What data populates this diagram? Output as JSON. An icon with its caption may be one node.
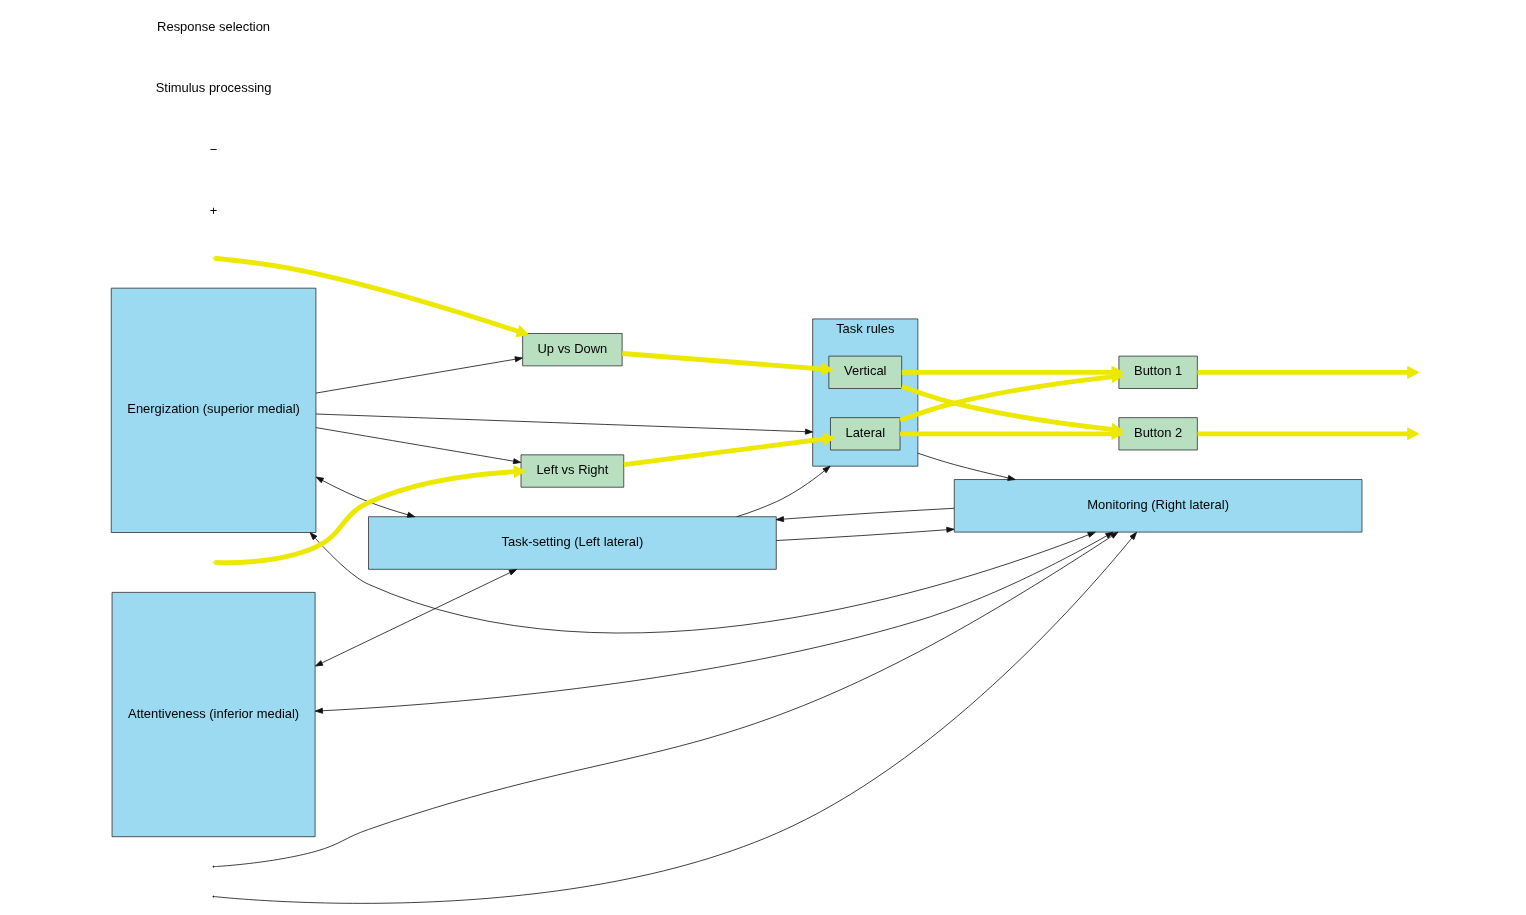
{
  "diagram": {
    "nodes": [
      {
        "text": [
          "Task-setting (Left lateral)"
        ]
      },
      {
        "text": [
          "Energization (superior medial)"
        ]
      },
      {
        "text": [
          "Task rules"
        ]
      },
      {
        "text": [
          "Up vs Down"
        ]
      },
      {
        "text": [
          "Vertical"
        ],
        "in": 2
      },
      {
        "text": [
          "Button 1"
        ]
      },
      {
        "text": [
          "Left vs Right"
        ]
      },
      {
        "text": [
          "Lateral"
        ],
        "in": 2
      },
      {
        "text": [
          "Button 2"
        ]
      },
      {
        "text": [
          "Attentiveness (inferior medial)"
        ]
      },
      {
        "text": [
          "Monitoring (Right lateral)"
        ]
      }
    ],
    "edges": [
      {
        "from": 0,
        "to": 2,
        "arrow": "to"
      },
      {
        "from": 1,
        "to": 0,
        "arrow": "both"
      },
      {
        "from": 9,
        "to": 0,
        "arrow": "both"
      },
      {
        "from": 0,
        "to": 10,
        "arrow": "to"
      },
      {
        "from": 10,
        "to": 0,
        "arrow": "to"
      },
      {
        "from": 1,
        "to": 3,
        "arrow": "to"
      },
      {
        "from": 1,
        "to": 2,
        "arrow": "to"
      },
      {
        "from": 1,
        "to": 6,
        "arrow": "to"
      },
      {
        "from": null,
        "to": 3,
        "arrow": "to",
        "style": "thick",
        "color": "#ede800"
      },
      {
        "from": null,
        "to": 6,
        "arrow": "to",
        "style": "thick",
        "color": "#ede800"
      },
      {
        "from": 3,
        "to": 4,
        "arrow": "to",
        "style": "thick",
        "color": "#ede800"
      },
      {
        "from": 6,
        "to": 7,
        "arrow": "to",
        "style": "thick",
        "color": "#ede800"
      },
      {
        "from": 4,
        "to": 5,
        "arrow": "to",
        "style": "thick",
        "color": "#ede800"
      },
      {
        "from": 4,
        "to": 8,
        "arrow": "to",
        "style": "thick",
        "color": "#ede800"
      },
      {
        "from": 7,
        "to": 5,
        "arrow": "to",
        "style": "thick",
        "color": "#ede800"
      },
      {
        "from": 7,
        "to": 8,
        "arrow": "to",
        "style": "thick",
        "color": "#ede800"
      },
      {
        "from": 5,
        "to": null,
        "arrow": "to",
        "style": "thick",
        "color": "#ede800"
      },
      {
        "from": 8,
        "to": null,
        "arrow": "to",
        "style": "thick",
        "color": "#ede800"
      },
      {
        "from": null,
        "to": 10,
        "arrow": "to"
      },
      {
        "from": 2,
        "to": 10,
        "arrow": "to"
      },
      {
        "from": null,
        "to": 10,
        "arrow": "to"
      },
      {
        "from": 1,
        "to": 10,
        "arrow": "both"
      },
      {
        "from": 9,
        "to": 10,
        "arrow": "both"
      }
    ],
    "labels": [
      "+",
      "−",
      "Stimulus processing",
      "Response selection"
    ]
  }
}
